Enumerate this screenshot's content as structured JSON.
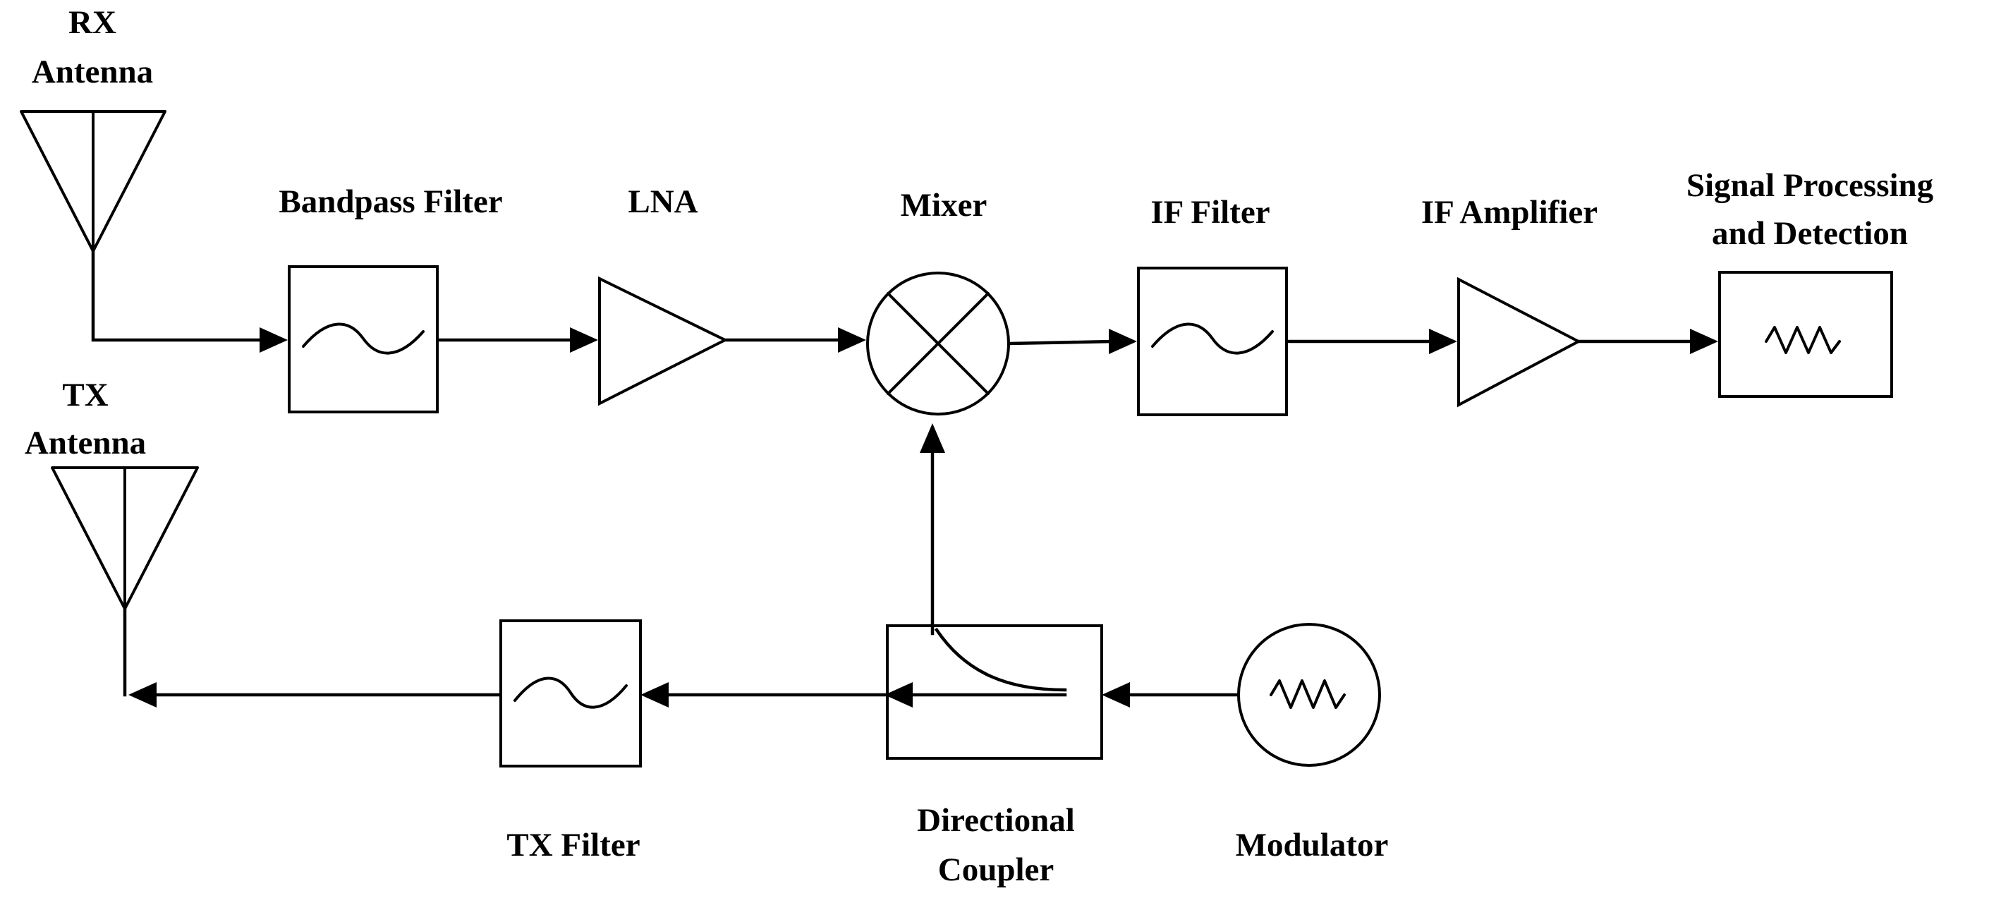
{
  "diagram": {
    "labels": {
      "rx_antenna": [
        "RX",
        "Antenna"
      ],
      "tx_antenna": [
        "TX",
        "Antenna"
      ],
      "bandpass_filter": "Bandpass Filter",
      "lna": "LNA",
      "mixer": "Mixer",
      "if_filter": "IF Filter",
      "if_amplifier": "IF Amplifier",
      "signal_processing": [
        "Signal Processing",
        "and Detection"
      ],
      "tx_filter": "TX Filter",
      "directional_coupler": [
        "Directional",
        "Coupler"
      ],
      "modulator": "Modulator"
    },
    "colors": {
      "stroke": "#000000",
      "background": "#ffffff"
    }
  }
}
